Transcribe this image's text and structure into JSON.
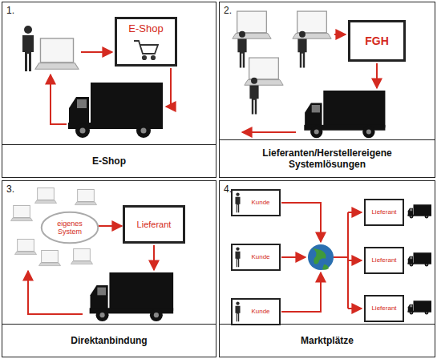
{
  "diagram": {
    "nodes": [
      {
        "text": [
          "1.",
          "E-Shop"
        ]
      },
      {
        "text": [
          "E-Shop"
        ],
        "in": 0
      },
      {
        "text": [
          "2.",
          "Lieferanten/Herstellereigene Systemlösungen"
        ]
      },
      {
        "text": [
          "FGH"
        ],
        "in": 2
      },
      {
        "text": [
          "3.",
          "Direktanbindung"
        ]
      },
      {
        "text": [
          "eigenes System"
        ],
        "in": 4
      },
      {
        "text": [
          "Lieferant"
        ],
        "in": 4
      },
      {
        "text": [
          "4.",
          "Marktplätze"
        ]
      },
      {
        "text": [
          "Kunde"
        ],
        "in": 7
      },
      {
        "text": [
          "Kunde"
        ],
        "in": 7
      },
      {
        "text": [
          "Kunde"
        ],
        "in": 7
      },
      {
        "text": [
          "Lieferant"
        ],
        "in": 7
      },
      {
        "text": [
          "Lieferant"
        ],
        "in": 7
      },
      {
        "text": [
          "Lieferant"
        ],
        "in": 7
      }
    ],
    "edges": [
      {
        "from": 5,
        "to": 6,
        "arrow": "to"
      }
    ]
  }
}
